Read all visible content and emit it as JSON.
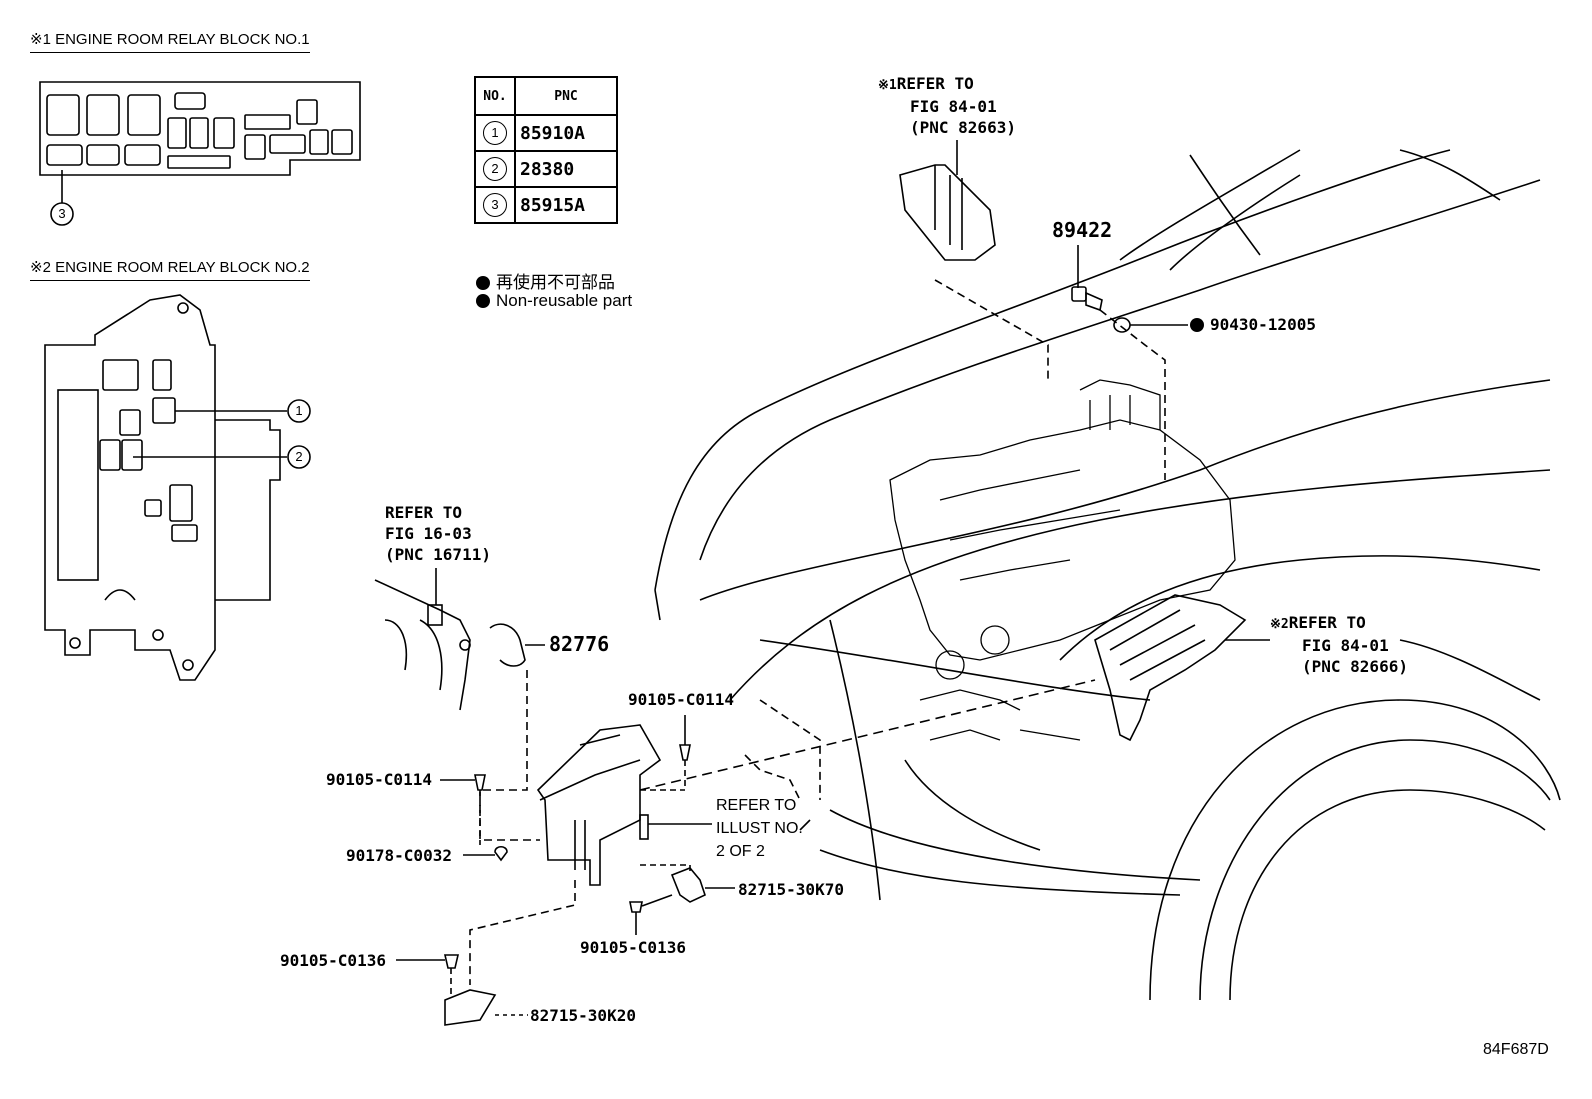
{
  "headers": {
    "relay_block_1": "※1 ENGINE ROOM RELAY BLOCK  NO.1",
    "relay_block_2": "※2 ENGINE ROOM RELAY BLOCK  NO.2"
  },
  "pnc_table": {
    "col_no": "NO.",
    "col_pnc": "PNC",
    "rows": [
      {
        "no": "1",
        "pnc": "85910A"
      },
      {
        "no": "2",
        "pnc": "28380"
      },
      {
        "no": "3",
        "pnc": "85915A"
      }
    ]
  },
  "legend": {
    "japanese": "再使用不可部品",
    "english": "Non-reusable part"
  },
  "callouts": {
    "c1": "1",
    "c2": "2",
    "c3": "3"
  },
  "references": {
    "ref1": {
      "mark": "※1",
      "l1": "REFER TO",
      "l2": "FIG 84-01",
      "l3": "(PNC 82663)"
    },
    "ref2": {
      "mark": "※2",
      "l1": "REFER TO",
      "l2": "FIG 84-01",
      "l3": "(PNC 82666)"
    },
    "ref3": {
      "l1": "REFER TO",
      "l2": "FIG 16-03",
      "l3": "(PNC 16711)"
    },
    "ref4": {
      "l1": "REFER TO",
      "l2": "ILLUST NO.",
      "l3": "2 OF 2"
    }
  },
  "parts": {
    "p89422": "89422",
    "p90430": "90430-12005",
    "p82776": "82776",
    "p90105_top": "90105-C0114",
    "p90105_left": "90105-C0114",
    "p90178": "90178-C0032",
    "p82715_k70": "82715-30K70",
    "p90105_c0136_a": "90105-C0136",
    "p90105_c0136_b": "90105-C0136",
    "p82715_k20": "82715-30K20"
  },
  "figure_code": "84F687D"
}
